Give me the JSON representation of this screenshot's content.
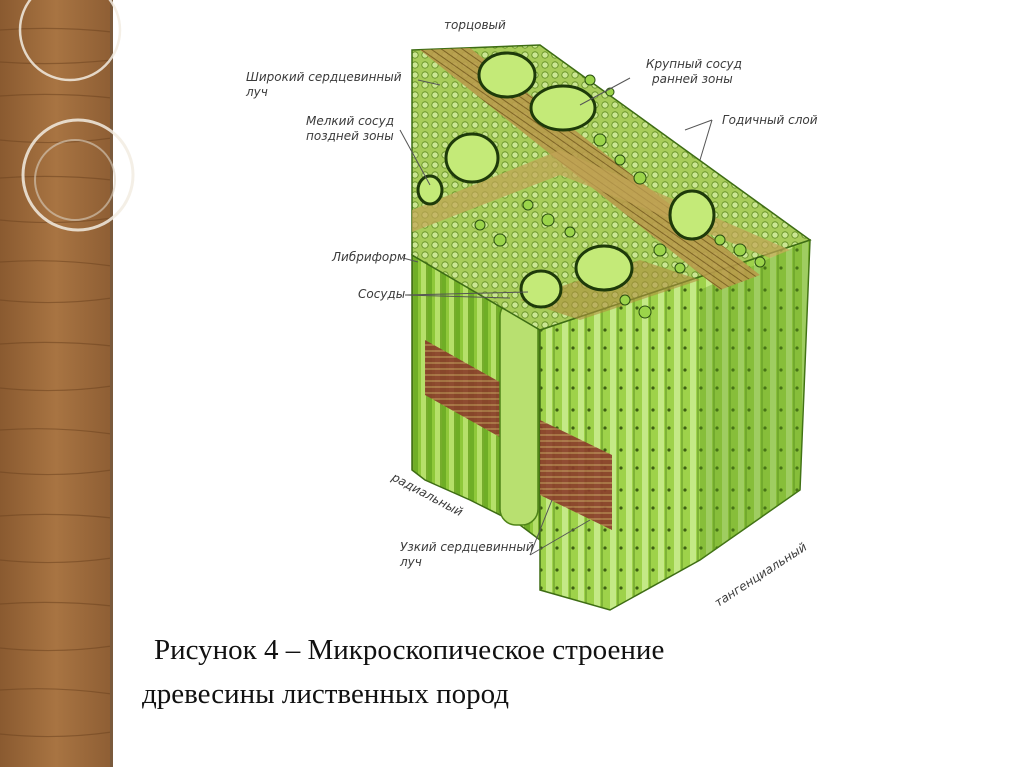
{
  "labels": {
    "tortsovy": "торцовый",
    "wide_ray_1": "Широкий сердцевинный",
    "wide_ray_2": "луч",
    "small_vessel_1": "Мелкий сосуд",
    "small_vessel_2": "поздней зоны",
    "large_vessel_1": "Крупный сосуд",
    "large_vessel_2": "ранней зоны",
    "annual_layer": "Годичный слой",
    "libriform": "Либриформ",
    "vessels": "Сосуды",
    "radial": "радиальный",
    "narrow_ray_1": "Узкий сердцевинный",
    "narrow_ray_2": "луч",
    "tangential": "тангенциальный"
  },
  "caption": {
    "line1": "Рисунок 4 – Микроскопическое строение",
    "line2": "древесины лиственных пород"
  },
  "colors": {
    "wood": "#9c6b3f",
    "green_dark": "#5e9a1e",
    "green_light": "#b8e070",
    "ray_brown": "#8a3a2a"
  }
}
